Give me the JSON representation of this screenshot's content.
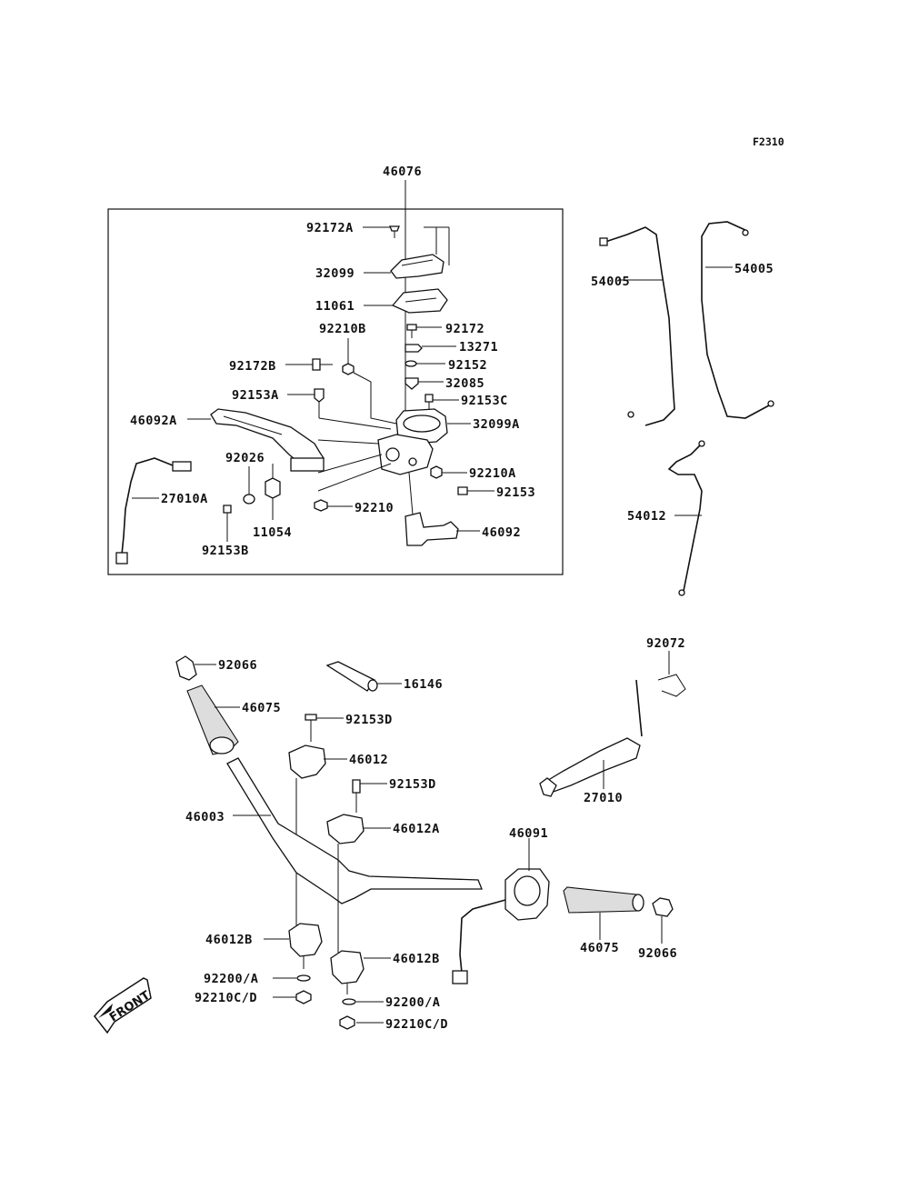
{
  "figure_code": "F2310",
  "front_label": "FRONT",
  "labels": {
    "p46076": "46076",
    "p92172A": "92172A",
    "p32099": "32099",
    "p11061": "11061",
    "p92210B": "92210B",
    "p92172": "92172",
    "p13271": "13271",
    "p92172B": "92172B",
    "p92152": "92152",
    "p32085": "32085",
    "p92153A": "92153A",
    "p92153C": "92153C",
    "p46092A": "46092A",
    "p32099A": "32099A",
    "p92026": "92026",
    "p92210A": "92210A",
    "p27010A": "27010A",
    "p92153": "92153",
    "p92210": "92210",
    "p11054": "11054",
    "p46092": "46092",
    "p92153B": "92153B",
    "p54005L": "54005",
    "p54005R": "54005",
    "p54012": "54012",
    "p92066a": "92066",
    "p16146": "16146",
    "p92072": "92072",
    "p46075a": "46075",
    "p92153Da": "92153D",
    "p46012": "46012",
    "p92153Db": "92153D",
    "p46003": "46003",
    "p46012A": "46012A",
    "p27010": "27010",
    "p46091": "46091",
    "p46012Ba": "46012B",
    "p46012Bb": "46012B",
    "p46075b": "46075",
    "p92066b": "92066",
    "p92200a": "92200/A",
    "p92210Ca": "92210C/D",
    "p92200b": "92200/A",
    "p92210Cb": "92210C/D"
  }
}
